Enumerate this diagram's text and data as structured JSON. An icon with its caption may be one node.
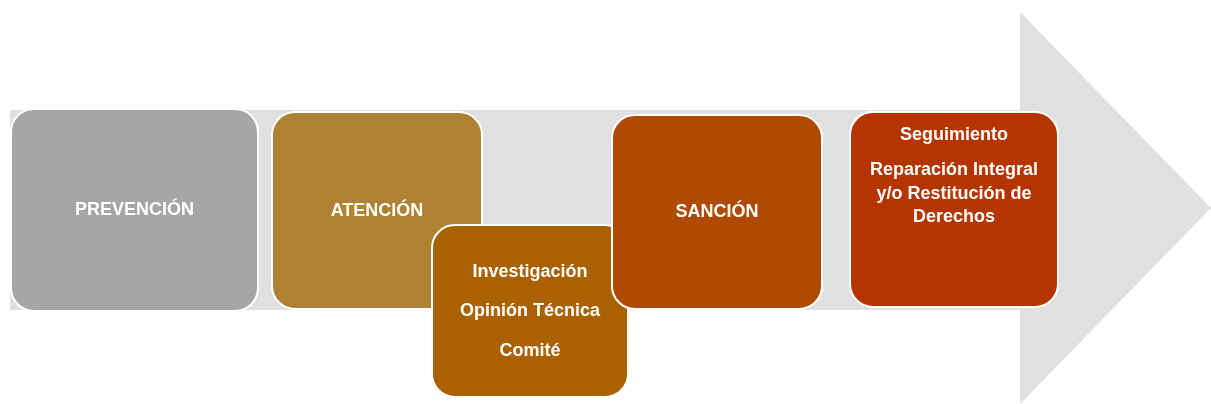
{
  "diagram": {
    "nodes": [
      {
        "text": [
          "PREVENCIÓN"
        ]
      },
      {
        "text": [
          "ATENCIÓN"
        ]
      },
      {
        "text": [
          "Investigación",
          "Opinión Técnica",
          "Comité"
        ]
      },
      {
        "text": [
          "SANCIÓN"
        ]
      },
      {
        "text": [
          "Seguimiento",
          "Reparación Integral y/o Restitución de Derechos"
        ]
      }
    ]
  }
}
